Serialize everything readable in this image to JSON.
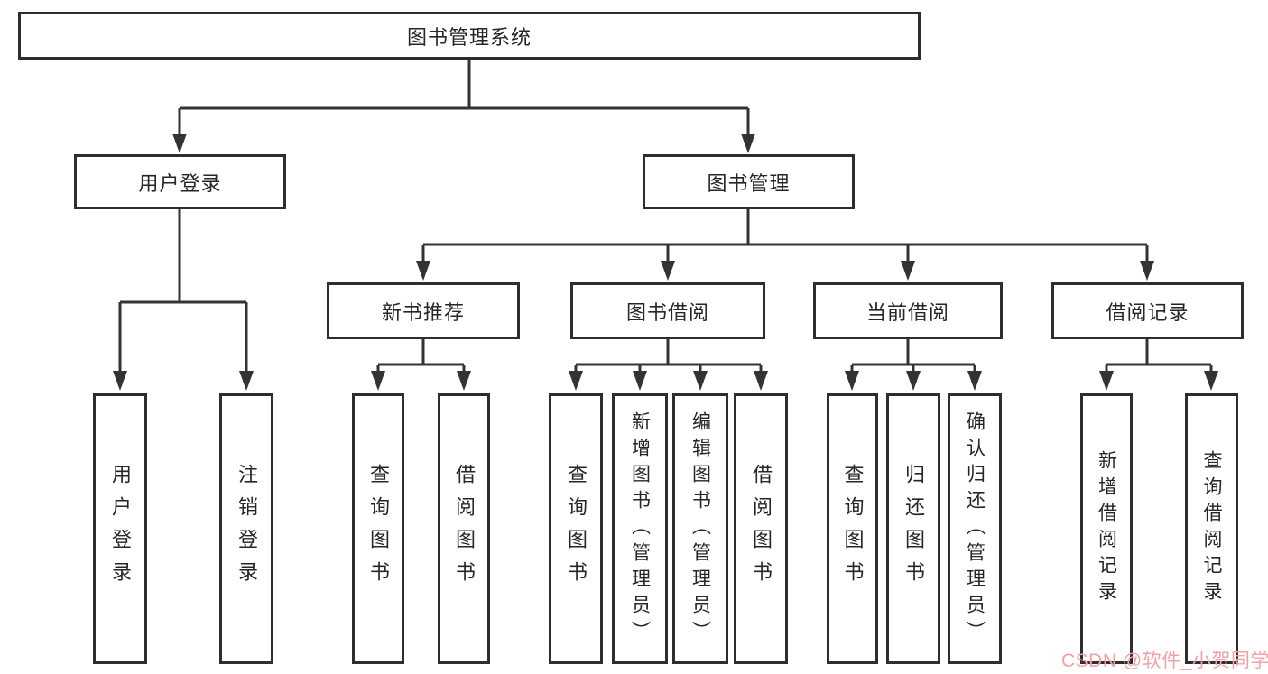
{
  "diagram_title": "图书管理系统",
  "nodes": {
    "root": "图书管理系统",
    "user_login": "用户登录",
    "book_management": "图书管理",
    "new_book_recommend": "新书推荐",
    "book_borrow": "图书借阅",
    "current_borrow": "当前借阅",
    "borrow_records": "借阅记录",
    "leaf_user_login": "用户登录",
    "leaf_logout": "注销登录",
    "leaf_nbr_query_book": "查询图书",
    "leaf_nbr_borrow_book": "借阅图书",
    "leaf_bb_query_book": "查询图书",
    "leaf_bb_add_book_admin": "新增图书（管理员）",
    "leaf_bb_edit_book_admin": "编辑图书（管理员）",
    "leaf_bb_borrow_book": "借阅图书",
    "leaf_cb_query_book": "查询图书",
    "leaf_cb_return_book": "归还图书",
    "leaf_cb_confirm_return_admin": "确认归还（管理员）",
    "leaf_br_add_record": "新增借阅记录",
    "leaf_br_query_record": "查询借阅记录"
  },
  "watermark": {
    "text": "CSDN @软件_小贺同学",
    "color": "#f2a2a6"
  },
  "colors": {
    "line": "#333333",
    "box_border": "#2e2e2e",
    "text": "#262626",
    "background": "#ffffff"
  }
}
